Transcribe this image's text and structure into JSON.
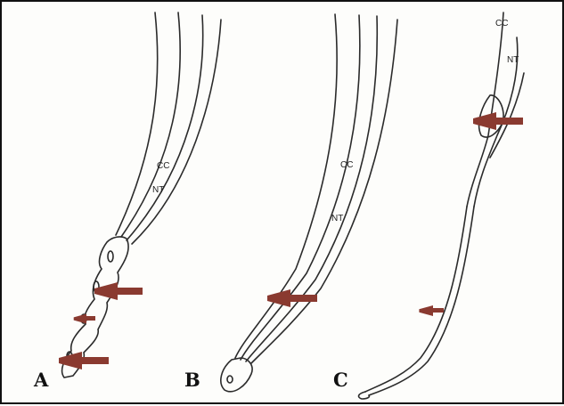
{
  "figure": {
    "panels": [
      {
        "letter": "A",
        "labels": {
          "upper": "CC",
          "lower": "NT"
        }
      },
      {
        "letter": "B",
        "labels": {
          "upper": "CC",
          "lower": "NT"
        }
      },
      {
        "letter": "C",
        "labels": {
          "upper": "CC",
          "lower": "NT"
        }
      }
    ],
    "colors": {
      "outline": "#2b2b2b",
      "arrow": "#8a3a30",
      "border": "#111111",
      "background": "#fdfdfb"
    },
    "arrows": {
      "panel_a": 3,
      "panel_b": 1,
      "panel_c": 2
    },
    "icon": "red-arrow-icon"
  }
}
